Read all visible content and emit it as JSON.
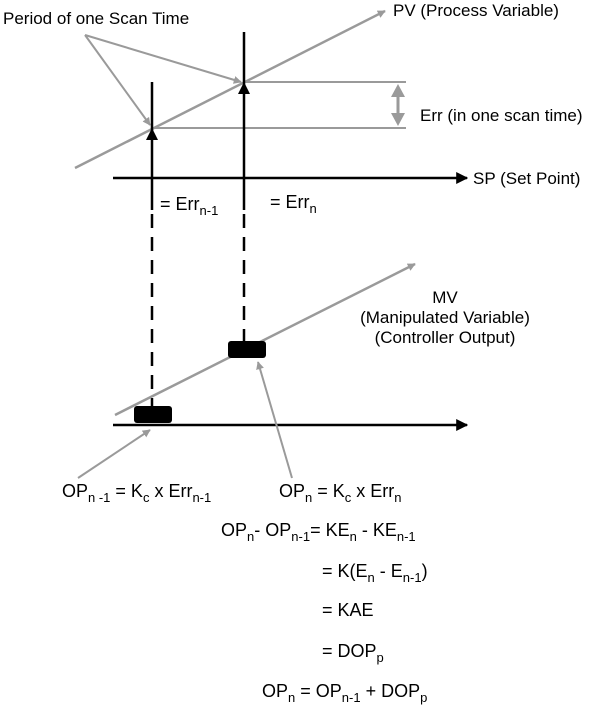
{
  "colors": {
    "gray": "#9a9a9a",
    "black": "#000000"
  },
  "labels": {
    "scan_period": "Period of one Scan Time",
    "pv": "PV (Process Variable)",
    "err_scan": "Err (in one scan time)",
    "sp": "SP (Set Point)",
    "mv_line1": "MV",
    "mv_line2": "(Manipulated Variable)",
    "mv_line3": "(Controller Output)"
  },
  "err_labels": {
    "prev": {
      "pre": "= Err",
      "sub": "n-1"
    },
    "curr": {
      "pre": "= Err",
      "sub": "n"
    }
  },
  "op_prev": {
    "a": "OP",
    "a_sub": "n -1",
    "b": " = K",
    "b_sub": "c",
    "c": " x Err",
    "c_sub": "n-1"
  },
  "op_curr": {
    "a": "OP",
    "a_sub": "n",
    "b": " = K",
    "b_sub": "c",
    "c": " x Err",
    "c_sub": "n"
  },
  "equations": {
    "eq1": {
      "a": "OP",
      "a_sub": "n",
      "b": "- OP",
      "b_sub": "n-1",
      "c": "= KE",
      "c_sub": "n",
      "d": " - KE",
      "d_sub": "n-1"
    },
    "eq2": {
      "a": "= K(E",
      "a_sub": "n",
      "b": " - E",
      "b_sub": "n-1",
      "c": ")"
    },
    "eq3": {
      "a": "= KAE"
    },
    "eq4": {
      "a": "= DOP",
      "a_sub": "p"
    },
    "eq5": {
      "a": "OP",
      "a_sub": "n",
      "b": " = OP",
      "b_sub": "n-1",
      "c": " + DOP",
      "c_sub": "p"
    }
  }
}
